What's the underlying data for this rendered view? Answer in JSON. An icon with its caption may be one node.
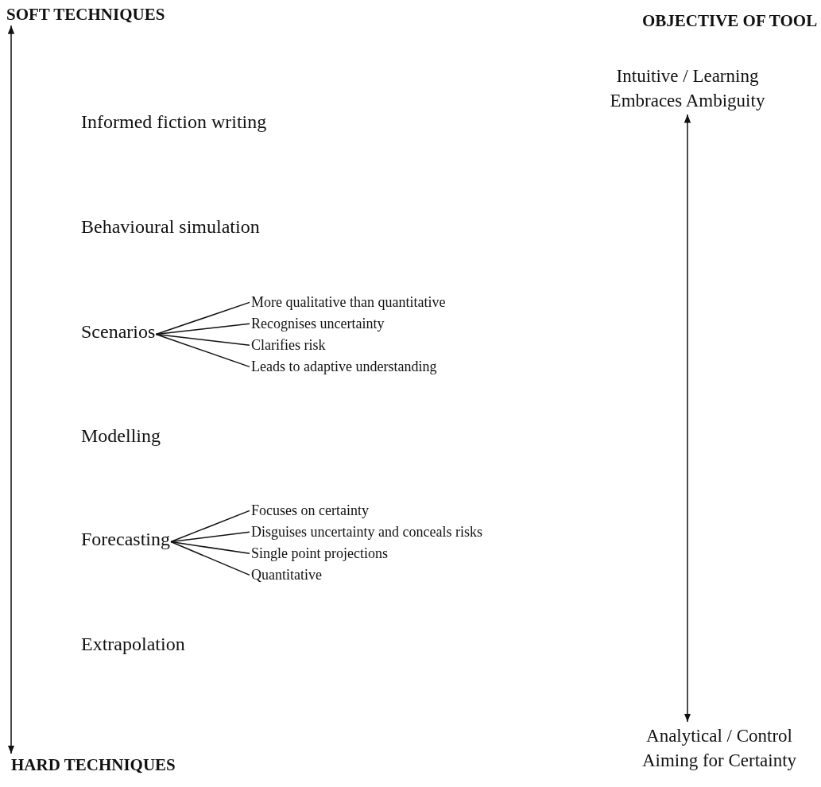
{
  "diagram": {
    "nodes": [
      {
        "text": [
          "SOFT TECHNIQUES"
        ]
      },
      {
        "text": [
          "Intuitive / Learning Embraces Ambiguity"
        ]
      },
      {
        "text": [
          "Scenarios"
        ]
      },
      {
        "text": [
          "More qualitative than quantitative"
        ]
      },
      {
        "text": [
          "Recognises uncertainty"
        ]
      },
      {
        "text": [
          "Clarifies risk"
        ]
      },
      {
        "text": [
          "Leads to adaptive understanding"
        ]
      },
      {
        "text": [
          "Forecasting"
        ]
      },
      {
        "text": [
          "Focuses on certainty"
        ]
      },
      {
        "text": [
          "Disguises uncertainty and conceals risks"
        ]
      },
      {
        "text": [
          "Single point projections"
        ]
      },
      {
        "text": [
          "Quantitative"
        ]
      },
      {
        "text": [
          "HARD TECHNIQUES"
        ]
      },
      {
        "text": [
          "Analytical / Control Aiming for Certainty"
        ]
      }
    ],
    "edges": [
      {
        "from": 0,
        "to": 12,
        "arrow": "both"
      },
      {
        "from": 1,
        "to": 13,
        "arrow": "both"
      },
      {
        "from": 2,
        "to": 3,
        "arrow": "none"
      },
      {
        "from": 2,
        "to": 4,
        "arrow": "none"
      },
      {
        "from": 2,
        "to": 5,
        "arrow": "none"
      },
      {
        "from": 2,
        "to": 6,
        "arrow": "none"
      },
      {
        "from": 7,
        "to": 8,
        "arrow": "none"
      },
      {
        "from": 7,
        "to": 9,
        "arrow": "none"
      },
      {
        "from": 7,
        "to": 10,
        "arrow": "none"
      },
      {
        "from": 7,
        "to": 11,
        "arrow": "none"
      }
    ],
    "labels": [
      "OBJECTIVE OF TOOL",
      "Informed fiction writing",
      "Behavioural simulation",
      "Modelling",
      "Extrapolation"
    ]
  }
}
